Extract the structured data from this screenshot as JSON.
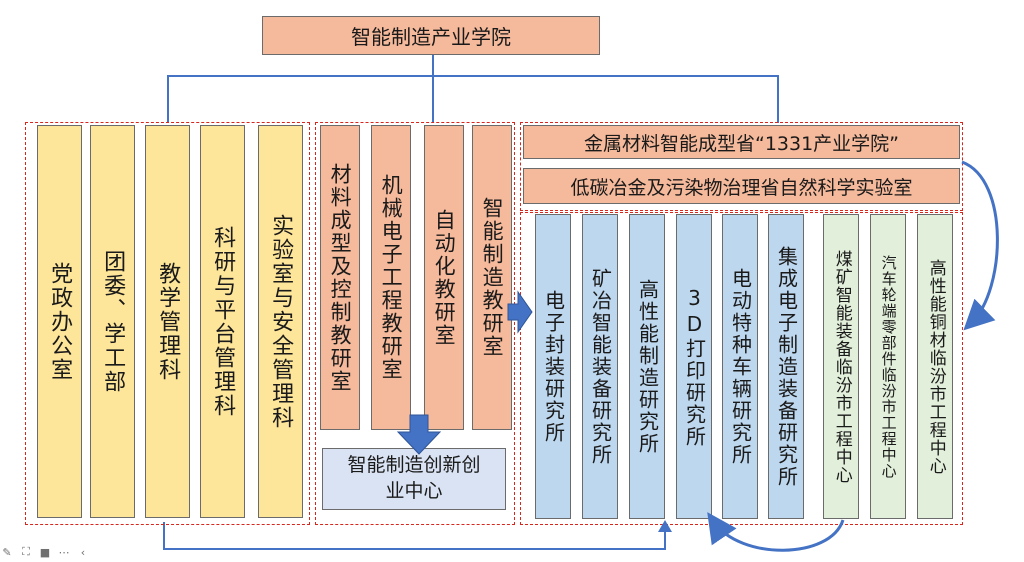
{
  "title": "智能制造产业学院",
  "admin_units": [
    "党政办公室",
    "团委、学工部",
    "教学管理科",
    "科研与平台管理科",
    "实验室与安全管理科"
  ],
  "teaching_offices": [
    "材料成型及控制教研室",
    "机械电子工程教研室",
    "自动化教研室",
    "智能制造教研室"
  ],
  "innovation_center": "智能制造创新创业中心",
  "platforms": [
    "金属材料智能成型省“1331产业学院”",
    "低碳冶金及污染物治理省自然科学实验室"
  ],
  "institutes": [
    "电子封装研究所",
    "矿冶智能装备研究所",
    "高性能制造研究所",
    "3D打印研究所",
    "电动特种车辆研究所",
    "集成电子制造装备研究所"
  ],
  "engineering_centers": [
    "煤矿智能装备临汾市工程中心",
    "汽车轮端零部件临汾市工程中心",
    "高性能铜材临汾市工程中心"
  ],
  "colors": {
    "admin": "#fde59a",
    "teaching": "#f5b99b",
    "institute": "#bdd7ee",
    "center": "#e2efda",
    "connector": "#4472c4",
    "dashed_border": "#d9261c"
  },
  "toolbar_icons": [
    "pen-icon",
    "focus-icon",
    "camera-icon",
    "more-icon",
    "back-icon"
  ]
}
